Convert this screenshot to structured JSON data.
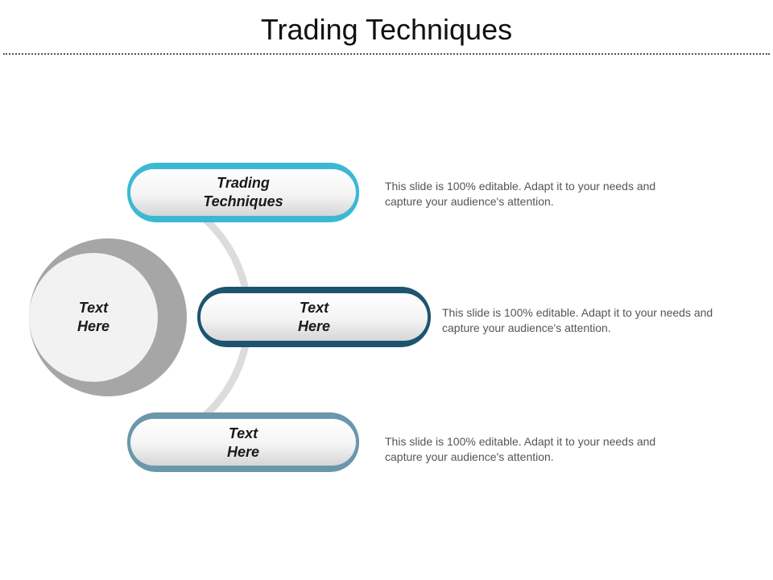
{
  "slide": {
    "title": "Trading Techniques"
  },
  "center": {
    "line1": "Text",
    "line2": "Here"
  },
  "items": [
    {
      "line1": "Trading",
      "line2": "Techniques",
      "color": "#3bb8d3",
      "desc1": "This slide is 100% editable. Adapt it to your needs and",
      "desc2": "capture your audience's attention."
    },
    {
      "line1": "Text",
      "line2": "Here",
      "color": "#1d5470",
      "desc1": "This slide is 100% editable. Adapt it to your needs and",
      "desc2": "capture your audience's attention."
    },
    {
      "line1": "Text",
      "line2": "Here",
      "color": "#6b97ab",
      "desc1": "This slide is 100% editable. Adapt it to your needs and",
      "desc2": "capture your audience's attention."
    }
  ]
}
